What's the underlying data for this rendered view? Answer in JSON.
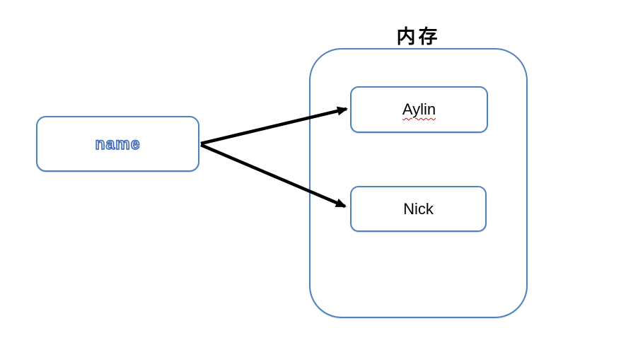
{
  "diagram": {
    "title": "内存",
    "variable": {
      "label": "name"
    },
    "objects": [
      {
        "label": "Aylin",
        "spellcheck_underline": true
      },
      {
        "label": "Nick",
        "spellcheck_underline": false
      }
    ],
    "relations": [
      {
        "from": "name",
        "to": "Aylin"
      },
      {
        "from": "name",
        "to": "Nick"
      }
    ],
    "colors": {
      "box_border": "#4F81BD",
      "arrow": "#000000",
      "object_text": "#000000",
      "variable_text_outline": "#3763AD",
      "variable_text_fill": "#DCE6F2",
      "spellcheck_squiggle": "#FF0000",
      "background": "#FFFFFF"
    }
  }
}
